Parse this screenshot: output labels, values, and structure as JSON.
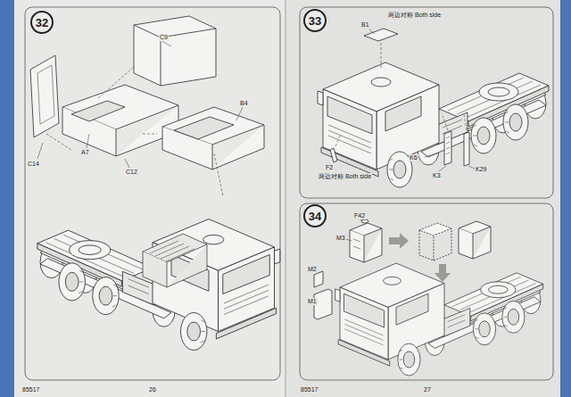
{
  "diagram": {
    "nodes": [
      {
        "text": [
          "32"
        ]
      },
      {
        "text": [
          "33"
        ]
      },
      {
        "text": [
          "34"
        ]
      }
    ],
    "labels": [
      "C9",
      "C14",
      "A7",
      "C12",
      "B4",
      "B1",
      "两边对称 Both side",
      "F2",
      "两边对称 Both side",
      "K6",
      "K3",
      "K29",
      "F42",
      "M3",
      "M2",
      "M1",
      "85517",
      "26",
      "85517",
      "27"
    ]
  }
}
